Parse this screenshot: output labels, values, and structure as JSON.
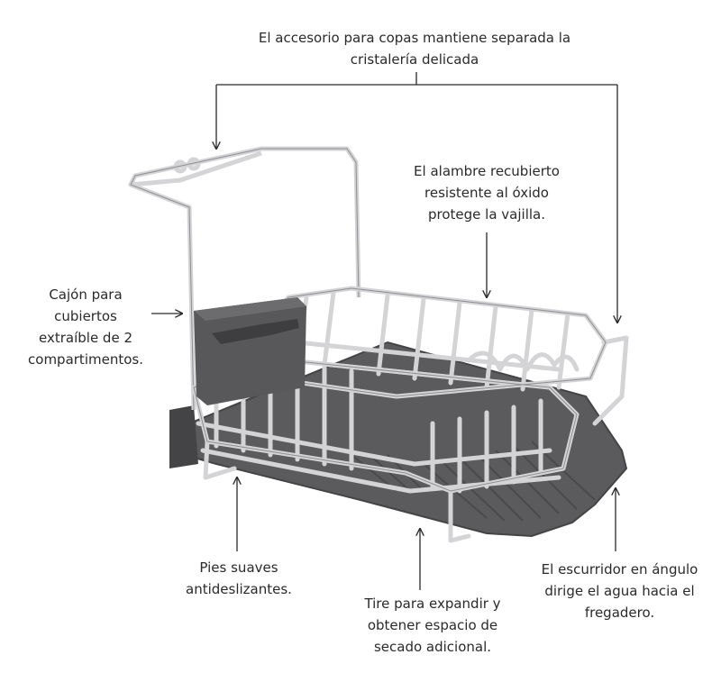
{
  "labels": {
    "glass_accessory": "El accesorio para copas mantiene separada la\ncristalería delicada",
    "coated_wire": "El alambre recubierto\nresistente al óxido\nprotege la vajilla.",
    "cutlery_drawer": "Cajón para\ncubiertos\nextraíble de 2\ncompartimentos.",
    "soft_feet": "Pies suaves\nantideslizantes.",
    "expand_tray": "Tire para expandir y\nobtener espacio de\nsecado adicional.",
    "angled_drainer": "El escurridor en ángulo\ndirige el agua hacia el\nfregadero."
  },
  "colors": {
    "wire": "#d4d4d6",
    "wire_edge": "#8f8f93",
    "tray": "#5b5b5d",
    "tray_dark": "#444446",
    "caddy": "#58585a",
    "line": "#2a2a2a"
  }
}
